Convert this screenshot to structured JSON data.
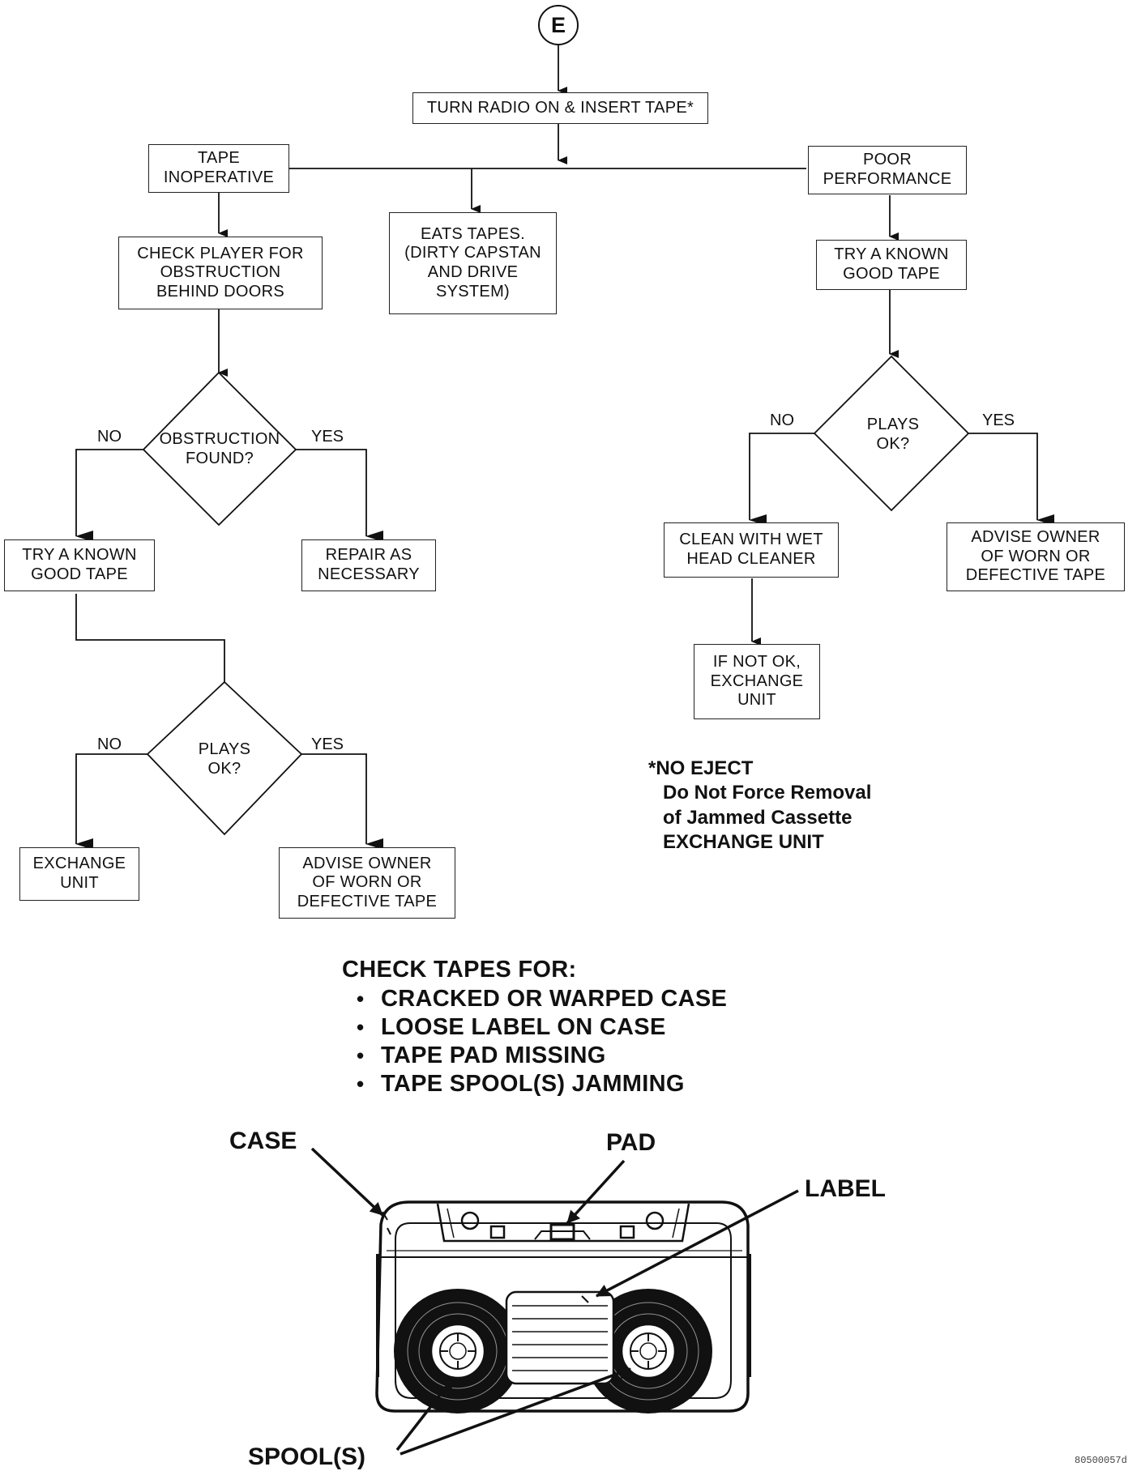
{
  "start": {
    "label": "E"
  },
  "nodes": {
    "turn_radio_on": "TURN RADIO ON & INSERT TAPE*",
    "tape_inoperative": "TAPE\nINOPERATIVE",
    "eats_tapes": "EATS TAPES.\n(DIRTY CAPSTAN\nAND DRIVE\nSYSTEM)",
    "poor_performance": "POOR\nPERFORMANCE",
    "check_player": "CHECK PLAYER FOR\nOBSTRUCTION\nBEHIND DOORS",
    "obstruction_found": "OBSTRUCTION\nFOUND?",
    "try_known_good_left": "TRY A KNOWN\nGOOD TAPE",
    "repair_as_necessary": "REPAIR AS\nNECESSARY",
    "plays_ok_left": "PLAYS\nOK?",
    "exchange_unit_left": "EXCHANGE\nUNIT",
    "advise_owner_left": "ADVISE OWNER\nOF WORN OR\nDEFECTIVE TAPE",
    "try_known_good_right": "TRY A KNOWN\nGOOD TAPE",
    "plays_ok_right": "PLAYS\nOK?",
    "clean_wet_head": "CLEAN WITH WET\nHEAD CLEANER",
    "advise_owner_right": "ADVISE OWNER\nOF WORN OR\nDEFECTIVE TAPE",
    "if_not_ok_exchange": "IF NOT OK,\nEXCHANGE\nUNIT"
  },
  "branch_labels": {
    "no": "NO",
    "yes": "YES"
  },
  "note": {
    "line1": "*NO EJECT",
    "line2": "Do Not Force Removal",
    "line3": "of Jammed Cassette",
    "line4": "EXCHANGE UNIT"
  },
  "check_tapes": {
    "title": "CHECK TAPES FOR:",
    "items": [
      "CRACKED OR WARPED CASE",
      "LOOSE LABEL ON CASE",
      "TAPE PAD MISSING",
      "TAPE SPOOL(S) JAMMING"
    ]
  },
  "cassette_callouts": {
    "case": "CASE",
    "pad": "PAD",
    "label": "LABEL",
    "spools": "SPOOL(S)"
  },
  "figure_id": "80500057d"
}
